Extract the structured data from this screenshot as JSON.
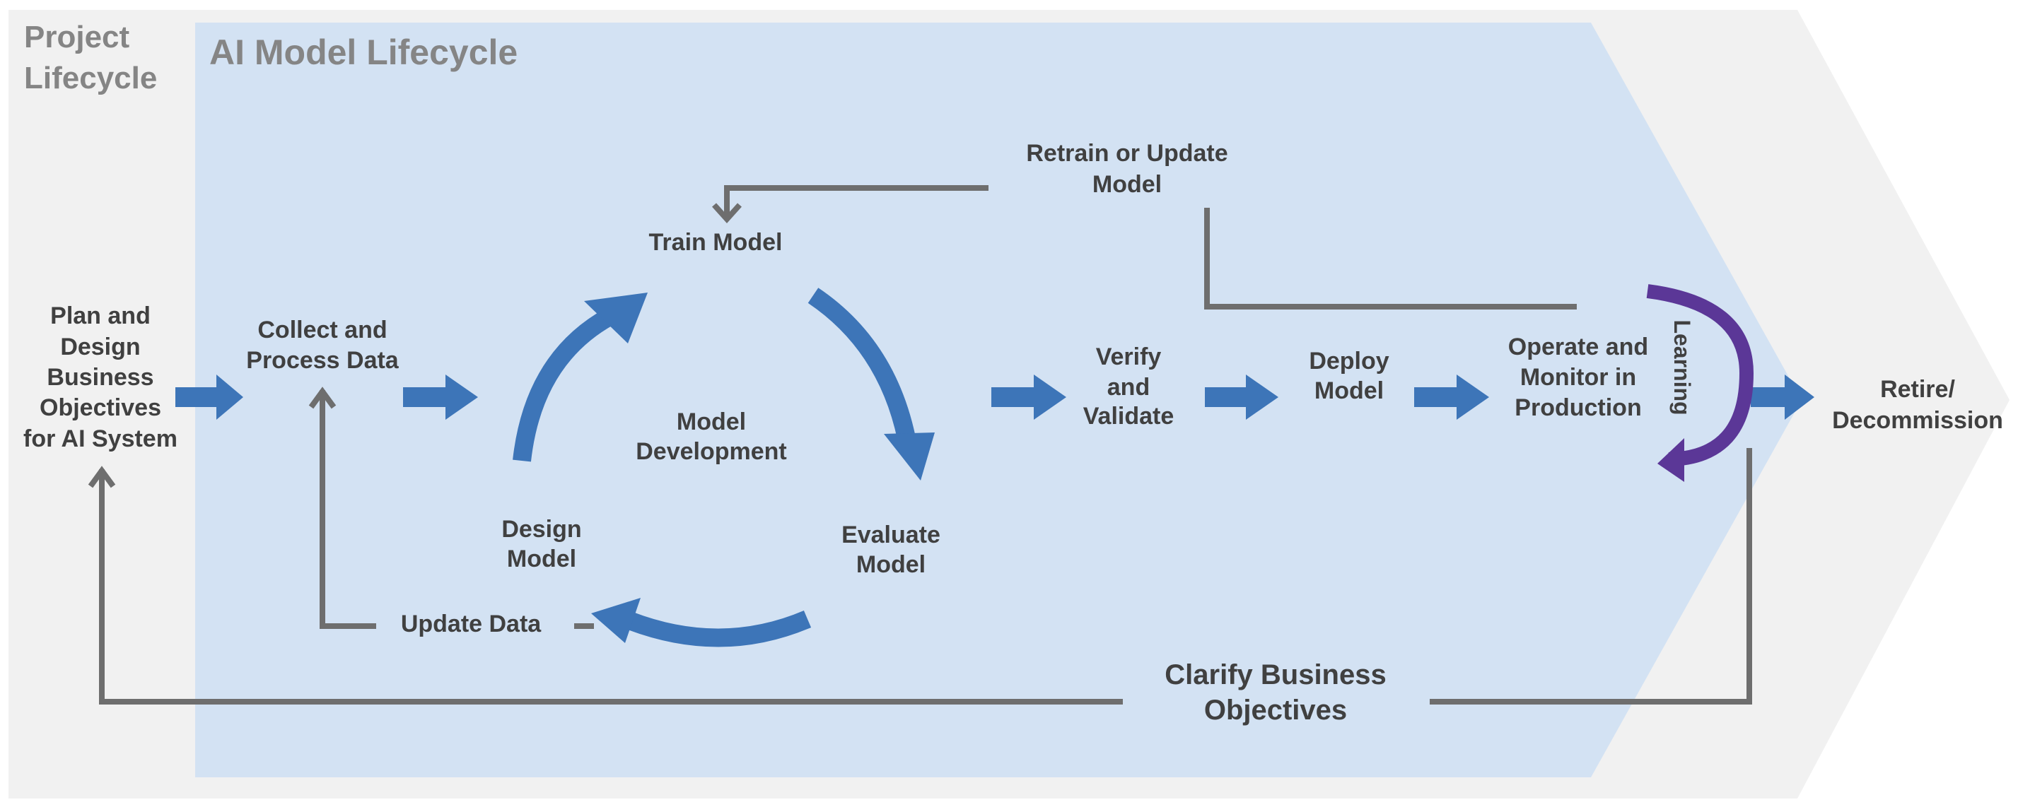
{
  "headers": {
    "project": [
      "Project",
      "Lifecycle"
    ],
    "ai_model": "AI Model Lifecycle"
  },
  "stages": {
    "plan": [
      "Plan and",
      "Design",
      "Business",
      "Objectives",
      "for AI System"
    ],
    "collect": [
      "Collect and",
      "Process Data"
    ],
    "train": "Train Model",
    "model_development": [
      "Model",
      "Development"
    ],
    "design": [
      "Design",
      "Model"
    ],
    "evaluate": [
      "Evaluate",
      "Model"
    ],
    "update_data": "Update Data",
    "retrain": [
      "Retrain or Update",
      "Model"
    ],
    "verify": [
      "Verify",
      "and",
      "Validate"
    ],
    "deploy": [
      "Deploy",
      "Model"
    ],
    "operate": [
      "Operate and",
      "Monitor in",
      "Production"
    ],
    "learning": "Learning",
    "retire": [
      "Retire/",
      "Decommission"
    ],
    "clarify": [
      "Clarify Business",
      "Objectives"
    ]
  },
  "colors": {
    "outer_band": "#f1f1f1",
    "inner_band": "#d3e2f3",
    "flow_arrow": "#3d75b8",
    "feedback_line": "#6e6e6e",
    "learning_arrow": "#5b3797",
    "text": "#404040",
    "header_text": "#858585"
  }
}
